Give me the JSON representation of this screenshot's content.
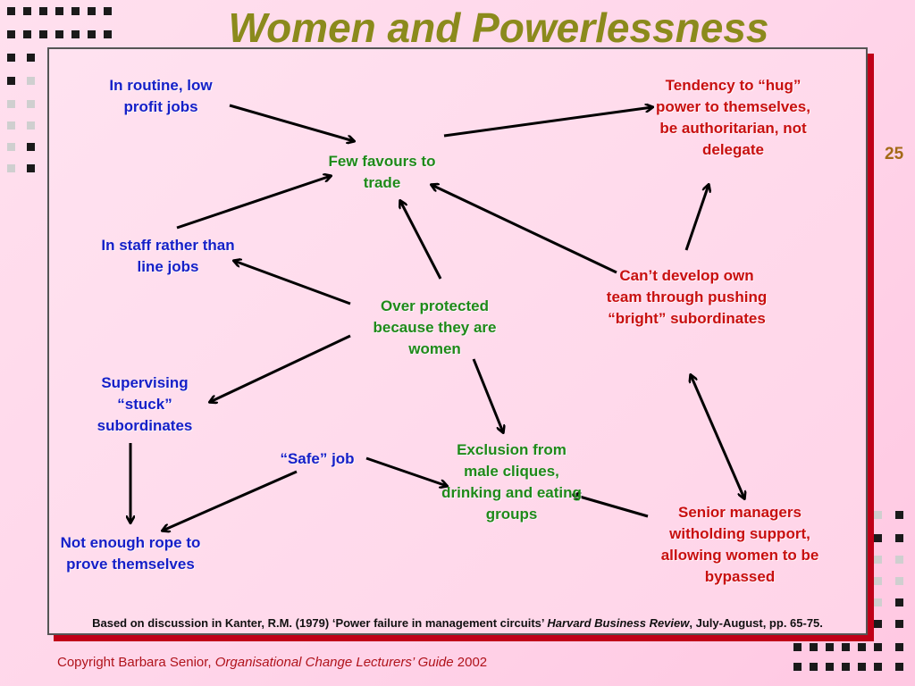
{
  "title": "Women and Powerlessness",
  "page_number": "25",
  "colors": {
    "title": "#8b8a1c",
    "blue": "#1520c8",
    "green": "#1f8a1a",
    "red": "#c80f0f",
    "shadow": "#c00018"
  },
  "nodes": {
    "routine_jobs": "In routine, low profit jobs",
    "few_favours": "Few favours to trade",
    "hug_power": "Tendency to “hug” power to themselves, be authoritarian, not delegate",
    "staff_jobs": "In staff rather than line jobs",
    "over_protected": "Over protected because they are women",
    "cant_develop": "Can’t develop own team through pushing “bright” subordinates",
    "supervising_stuck": "Supervising “stuck” subordinates",
    "safe_job": "“Safe” job",
    "exclusion": "Exclusion from male cliques, drinking and eating groups",
    "not_enough_rope": "Not enough rope to prove themselves",
    "senior_managers": "Senior managers witholding support, allowing women to be bypassed"
  },
  "citation": {
    "prefix": "Based on discussion in Kanter, R.M. (1979) ‘Power failure in management circuits’ ",
    "journal": "Harvard Business Review",
    "suffix": ", July-August, pp. 65-75."
  },
  "copyright": {
    "prefix": "Copyright Barbara Senior, ",
    "work": "Organisational Change Lecturers’ Guide",
    "suffix": " 2002"
  }
}
